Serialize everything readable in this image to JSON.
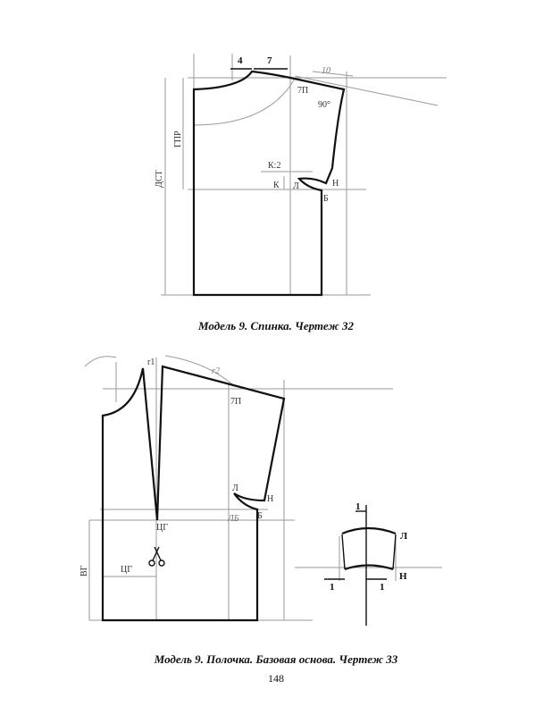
{
  "figure1": {
    "caption": "Модель 9. Спинка. Чертеж 32",
    "labels": {
      "dim_4": "4",
      "dim_7": "7",
      "dim_10": "10",
      "point_7p": "7П",
      "angle_90": "90°",
      "k2": "К:2",
      "k": "К",
      "l": "Л",
      "n": "Н",
      "b": "Б",
      "gpr": "ГПР",
      "dst": "ДСТ"
    }
  },
  "figure2": {
    "caption": "Модель 9. Полочка. Базовая основа. Чертеж 33",
    "labels": {
      "r1": "r1",
      "r2": "r2",
      "point_7p": "7П",
      "l": "Л",
      "n": "Н",
      "b": "Б",
      "lb": "ЛБ",
      "cg": "ЦГ",
      "cg2": "ЦГ",
      "vg": "ВГ"
    }
  },
  "figure3": {
    "labels": {
      "dim_top": "1",
      "l": "Л",
      "n": "Н",
      "dim_left": "1",
      "dim_right": "1"
    }
  },
  "page_number": "148"
}
